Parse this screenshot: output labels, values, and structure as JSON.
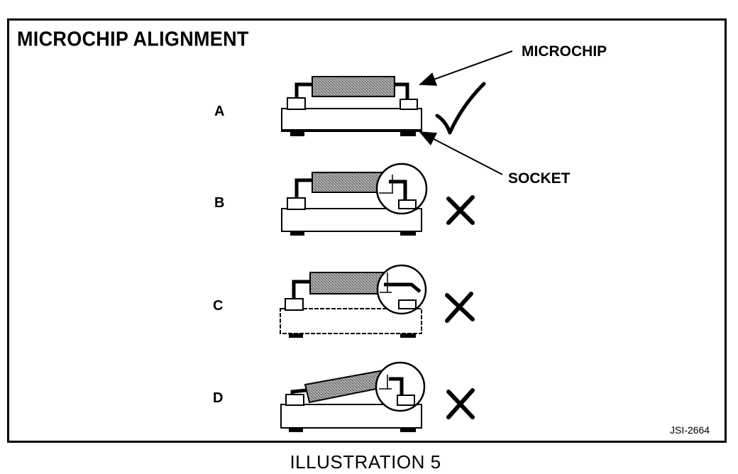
{
  "title": "MICROCHIP ALIGNMENT",
  "callouts": {
    "microchip": "MICROCHIP",
    "socket": "SOCKET"
  },
  "rows": [
    {
      "label": "A",
      "status": "correct",
      "status_icon": "checkmark-icon"
    },
    {
      "label": "B",
      "status": "incorrect",
      "status_icon": "x-mark-icon"
    },
    {
      "label": "C",
      "status": "incorrect",
      "status_icon": "x-mark-icon"
    },
    {
      "label": "D",
      "status": "incorrect",
      "status_icon": "x-mark-icon"
    }
  ],
  "reference_code": "JSI-2664",
  "caption": "ILLUSTRATION 5"
}
